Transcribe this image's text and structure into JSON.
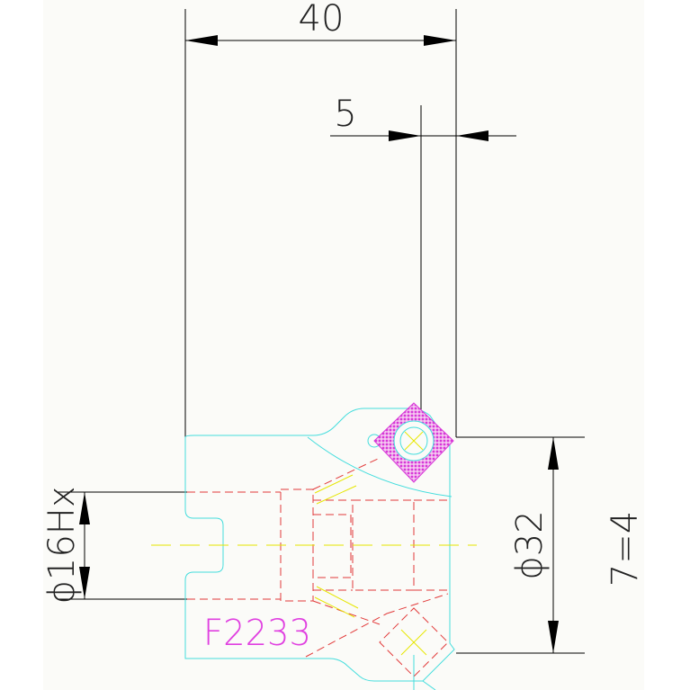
{
  "drawing": {
    "dimensions": {
      "overall_width": "40",
      "offset": "5",
      "bore_diameter": "ϕ16Hx",
      "outer_diameter": "ϕ32"
    },
    "part_mark": "F2233",
    "quantity_note": "7=4"
  },
  "colors": {
    "outline": "#44dddd",
    "hidden_lines": "#e23a3a",
    "center_lines": "#e6e600",
    "insert_hatch": "#e040e0",
    "dimensions": "#000000"
  }
}
